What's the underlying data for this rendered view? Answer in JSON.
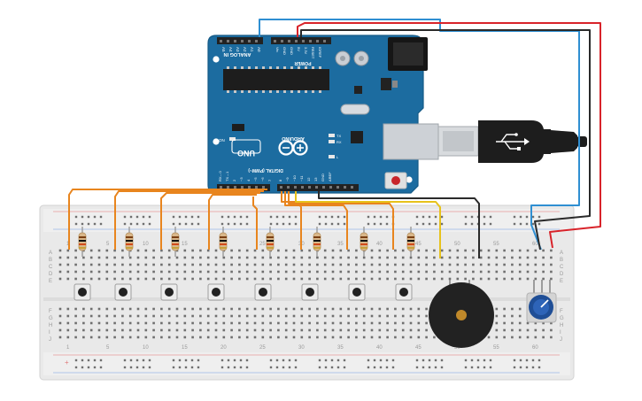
{
  "board": {
    "brand": "ARDUINO",
    "model": "UNO",
    "analog_label": "ANALOG IN",
    "power_label": "POWER",
    "digital_label": "DIGITAL (PWM~)",
    "on_label": "ON",
    "tx_label": "TX",
    "rx_label": "RX",
    "l_label": "L",
    "aref_label": "AREF",
    "gnd_label": "GND",
    "analog_pins": [
      "A5",
      "A4",
      "A3",
      "A2",
      "A1",
      "A0"
    ],
    "power_pins": [
      "Vin",
      "GND",
      "GND",
      "5V",
      "3.3V",
      "RESET",
      "IOREF"
    ],
    "digital_pins": [
      "13",
      "12",
      "~11",
      "~10",
      "~9",
      "8",
      "7",
      "~6",
      "~5",
      "4",
      "~3",
      "2",
      "TX→1",
      "RX←0"
    ],
    "color": "#1c6ca0"
  },
  "breadboard": {
    "row_letters_top": [
      "A",
      "B",
      "C",
      "D",
      "E"
    ],
    "row_letters_bottom": [
      "F",
      "G",
      "H",
      "I",
      "J"
    ],
    "column_numbers": [
      "1",
      "5",
      "10",
      "15",
      "20",
      "25",
      "30",
      "35",
      "40",
      "45",
      "50",
      "55",
      "60"
    ]
  },
  "components": {
    "buttons": 8,
    "resistors": 8,
    "buzzer": 1,
    "potentiometer": 1
  },
  "wire_colors": {
    "signal": "#e8851e",
    "yellow": "#e7c21b",
    "black": "#2a2a2a",
    "red": "#d8232a",
    "blue": "#2f8fd2"
  }
}
